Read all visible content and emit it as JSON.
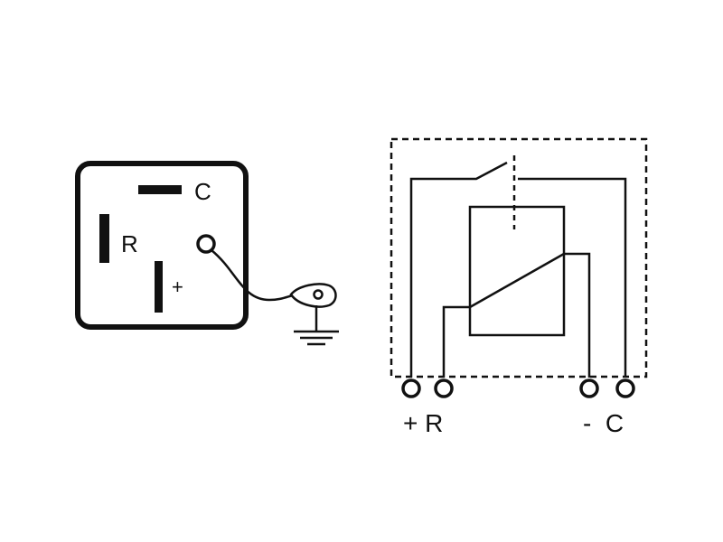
{
  "relay_base": {
    "pin_labels": {
      "c": "C",
      "r": "R",
      "plus": "+"
    }
  },
  "wiring_diagram": {
    "terminal_labels": {
      "plus_r": "+ R",
      "minus_c": "-  C"
    }
  },
  "colors": {
    "line": "#111111",
    "background": "#ffffff"
  }
}
